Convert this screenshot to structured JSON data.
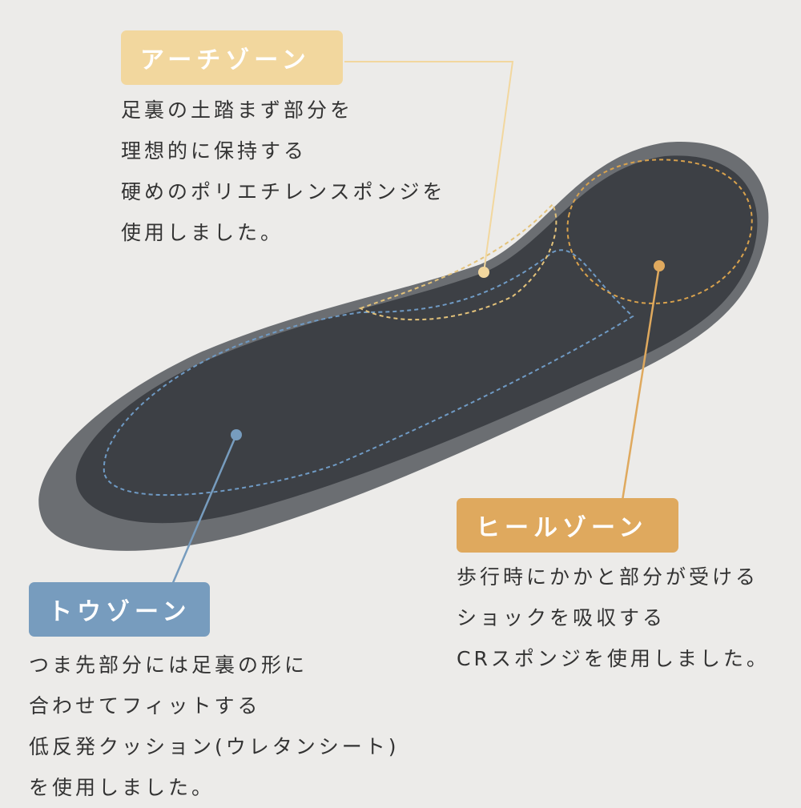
{
  "colors": {
    "arch": "#f2d79e",
    "heel": "#dfa95e",
    "toe": "#779cbe",
    "background": "#ecebe9",
    "insole": "#3d4045"
  },
  "arch": {
    "label": "アーチゾーン",
    "lines": [
      "足裏の土踏まず部分を",
      "理想的に保持する",
      "硬めのポリエチレンスポンジを",
      "使用しました。"
    ]
  },
  "heel": {
    "label": "ヒールゾーン",
    "lines": [
      "歩行時にかかと部分が受ける",
      "ショックを吸収する",
      "CRスポンジを使用しました。"
    ]
  },
  "toe": {
    "label": "トウゾーン",
    "lines": [
      "つま先部分には足裏の形に",
      "合わせてフィットする",
      "低反発クッション(ウレタンシート)",
      "を使用しました。"
    ]
  }
}
